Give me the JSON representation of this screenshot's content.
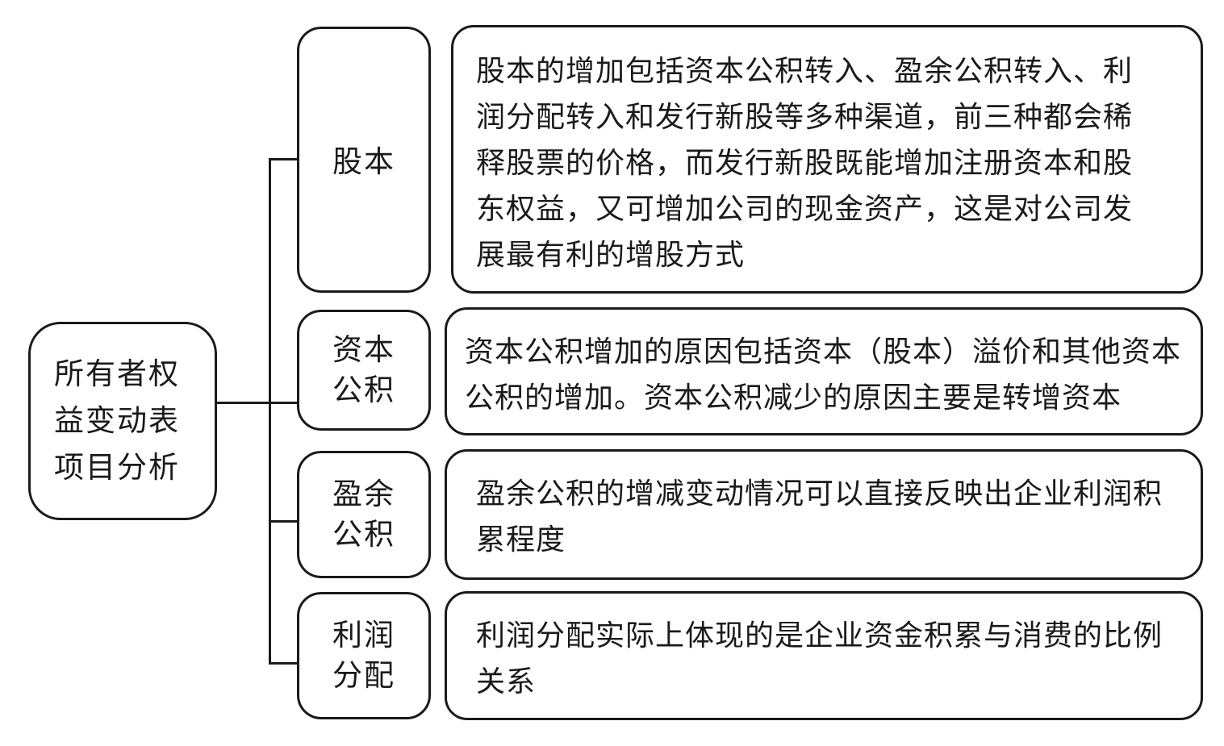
{
  "diagram": {
    "root": {
      "label": "所有者权益变动表项目分析"
    },
    "branches": [
      {
        "category": "股本",
        "description": "股本的增加包括资本公积转入、盈余公积转入、利润分配转入和发行新股等多种渠道，前三种都会稀释股票的价格，而发行新股既能增加注册资本和股东权益，又可增加公司的现金资产，这是对公司发展最有利的增股方式"
      },
      {
        "category": "资本公积",
        "description": "资本公积增加的原因包括资本（股本）溢价和其他资本公积的增加。资本公积减少的原因主要是转增资本"
      },
      {
        "category": "盈余公积",
        "description": "盈余公积的增减变动情况可以直接反映出企业利润积累程度"
      },
      {
        "category": "利润分配",
        "description": "利润分配实际上体现的是企业资金积累与消费的比例关系"
      }
    ]
  }
}
